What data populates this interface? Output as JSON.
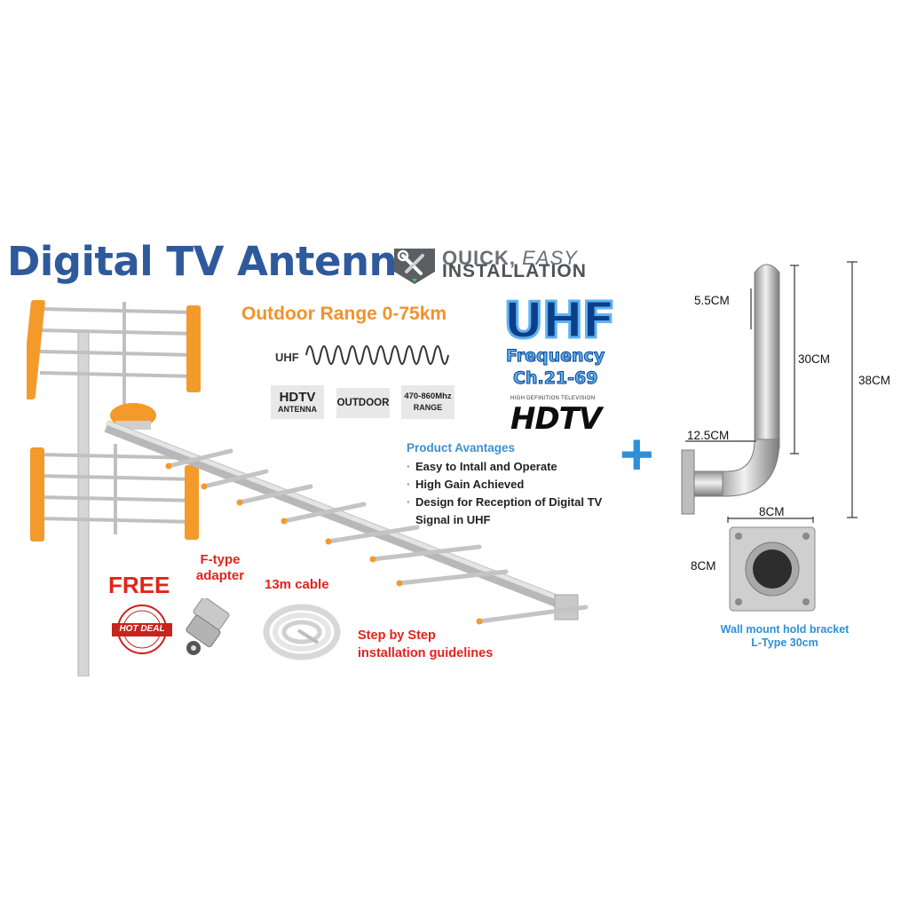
{
  "header": {
    "title": "Digital TV Antenna",
    "badge_line1_bold": "QUICK,",
    "badge_line1_italic": "EASY",
    "badge_line2": "INSTALLATION"
  },
  "range": {
    "title": "Outdoor Range 0-75km",
    "wave_label": "UHF"
  },
  "tags": [
    {
      "line1": "HDTV",
      "line2": "ANTENNA"
    },
    {
      "line1": "OUTDOOR",
      "line2": ""
    },
    {
      "line1": "470-860Mhz",
      "line2": "RANGE"
    }
  ],
  "uhf_badge": {
    "big": "UHF",
    "frequency": "Frequency",
    "channels": "Ch.21-69",
    "hdtv_caption": "HIGH DEFINITION TELEVISION",
    "hdtv_logo": "HDTV"
  },
  "product": {
    "title": "Product Avantages",
    "points": [
      "Easy to Intall and Operate",
      "High Gain Achieved",
      "Design for Reception of Digital TV Signal in UHF"
    ]
  },
  "extras": {
    "free": "FREE",
    "hot_deal": "HOT DEAL",
    "adapter_line1": "F-type",
    "adapter_line2": "adapter",
    "cable": "13m cable",
    "guide_line1": "Step by Step",
    "guide_line2": "installation guidelines"
  },
  "plus": "+",
  "bracket": {
    "dim_top": "5.5CM",
    "dim_height": "30CM",
    "dim_total": "38CM",
    "dim_arm": "12.5CM",
    "dim_plate_w": "8CM",
    "dim_plate_h": "8CM",
    "label_line1": "Wall mount hold bracket",
    "label_line2": "L-Type 30cm"
  },
  "colors": {
    "title_blue": "#2e5a9c",
    "orange": "#f2922a",
    "red": "#e3231b",
    "light_blue": "#2f8fd8",
    "uhf_blue": "#0b3f8a"
  }
}
